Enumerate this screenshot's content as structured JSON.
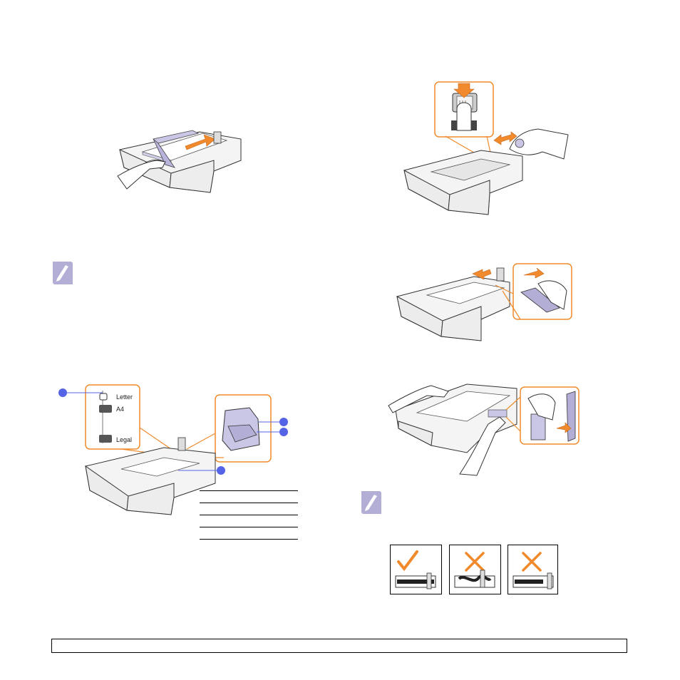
{
  "figure3": {
    "size_labels": [
      "Letter",
      "A4",
      "Legal"
    ]
  },
  "palette": {
    "accent": "#f08a2c",
    "callout_dot": "#5563e6",
    "note_icon": "#b3aed6",
    "tray_fill": "#f2f2f2",
    "tray_stroke": "#333333"
  },
  "icons": {
    "note": "note-pencil-icon",
    "ok": "checkmark-icon",
    "bad": "x-mark-icon"
  }
}
